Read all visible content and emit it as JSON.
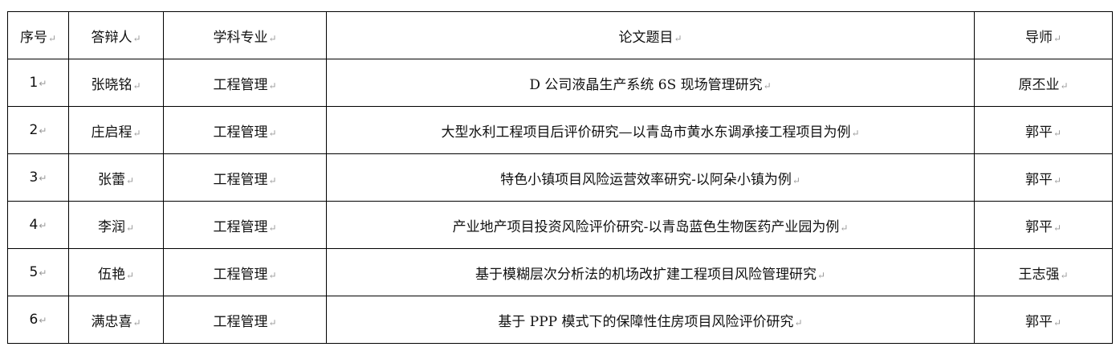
{
  "headers": [
    "序号",
    "答辩人",
    "学科专业",
    "论文题目",
    "导师"
  ],
  "rows": [
    [
      "1",
      "张晓铭",
      "工程管理",
      "D 公司液晶生产系统 6S 现场管理研究",
      "原丕业"
    ],
    [
      "2",
      "庄启程",
      "工程管理",
      "大型水利工程项目后评价研究—以青岛市黄水东调承接工程项目为例",
      "郭平"
    ],
    [
      "3",
      "张蕾",
      "工程管理",
      "特色小镇项目风险运营效率研究-以阿朵小镇为例",
      "郭平"
    ],
    [
      "4",
      "李润",
      "工程管理",
      "产业地产项目投资风险评价研究-以青岛蓝色生物医药产业园为例",
      "郭平"
    ],
    [
      "5",
      "伍艳",
      "工程管理",
      "基于模糊层次分析法的机场改扩建工程项目风险管理研究",
      "王志强"
    ],
    [
      "6",
      "满忠喜",
      "工程管理",
      "基于 PPP 模式下的保障性住房项目风险评价研究",
      "郭平"
    ]
  ]
}
